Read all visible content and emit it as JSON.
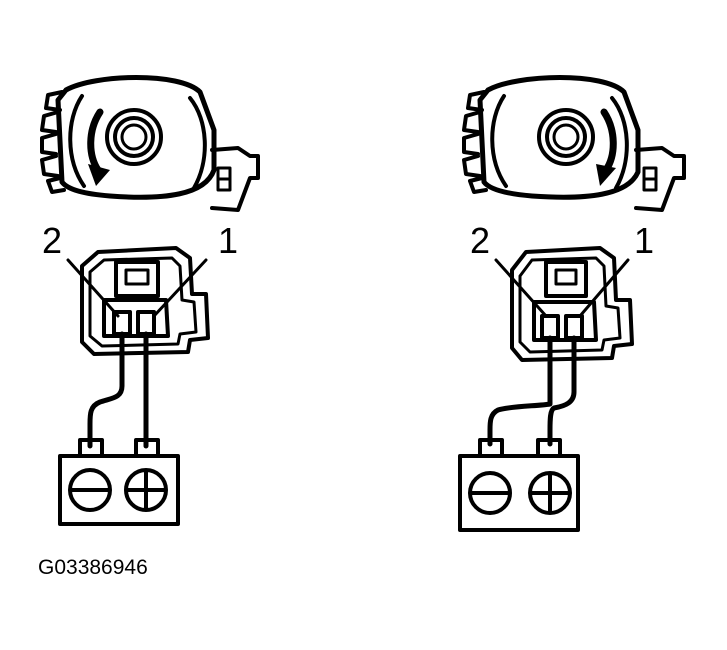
{
  "figure_code": "G03386946",
  "diagrams": [
    {
      "id": "left",
      "rotation": "counterclockwise",
      "pin_labels": {
        "pin2": "2",
        "pin1": "1"
      },
      "battery_terminals": [
        "negative",
        "positive"
      ]
    },
    {
      "id": "right",
      "rotation": "clockwise",
      "pin_labels": {
        "pin2": "2",
        "pin1": "1"
      },
      "battery_terminals": [
        "negative",
        "positive"
      ]
    }
  ],
  "colors": {
    "line": "#000000",
    "background": "#ffffff"
  }
}
